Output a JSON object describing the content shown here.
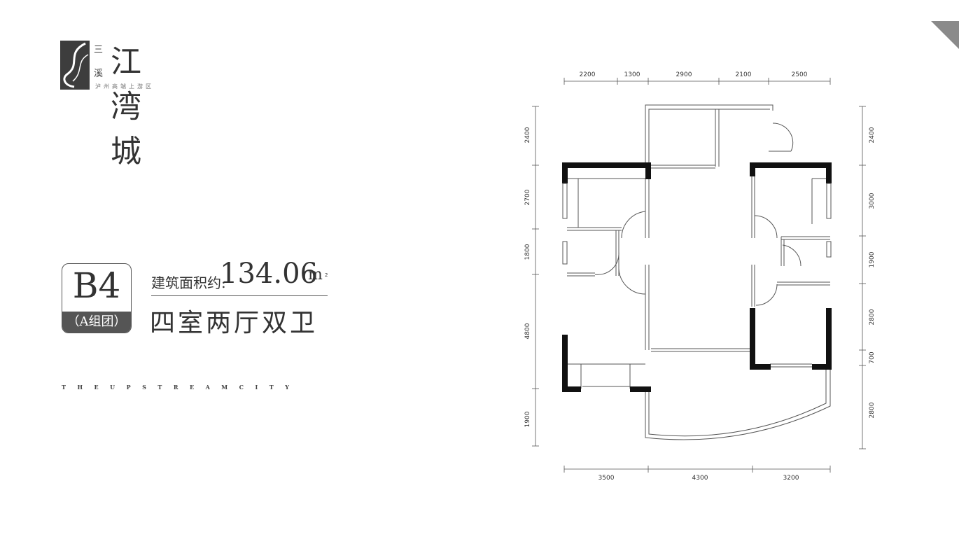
{
  "brand": {
    "small_1": "三",
    "small_2": "溪",
    "name": "江湾城",
    "subtitle": "泸州高端上游区"
  },
  "unit": {
    "code": "B4",
    "group": "（A组团）",
    "area_label": "建筑面积约:",
    "area_value": "134.06",
    "area_unit": "m",
    "area_unit_sup": "2",
    "layout": "四室两厅双卫"
  },
  "tagline": "THEUPSTREAMCITY",
  "dimensions": {
    "top": [
      "2200",
      "1300",
      "2900",
      "2100",
      "2500"
    ],
    "bottom": [
      "3500",
      "4300",
      "3200"
    ],
    "left": [
      "2400",
      "2700",
      "1800",
      "4800",
      "1900"
    ],
    "right": [
      "2400",
      "3000",
      "1900",
      "2800",
      "700",
      "2800"
    ]
  },
  "colors": {
    "wall": "#111111",
    "line": "#555555",
    "badge": "#555555",
    "corner": "#8a8a8a"
  }
}
